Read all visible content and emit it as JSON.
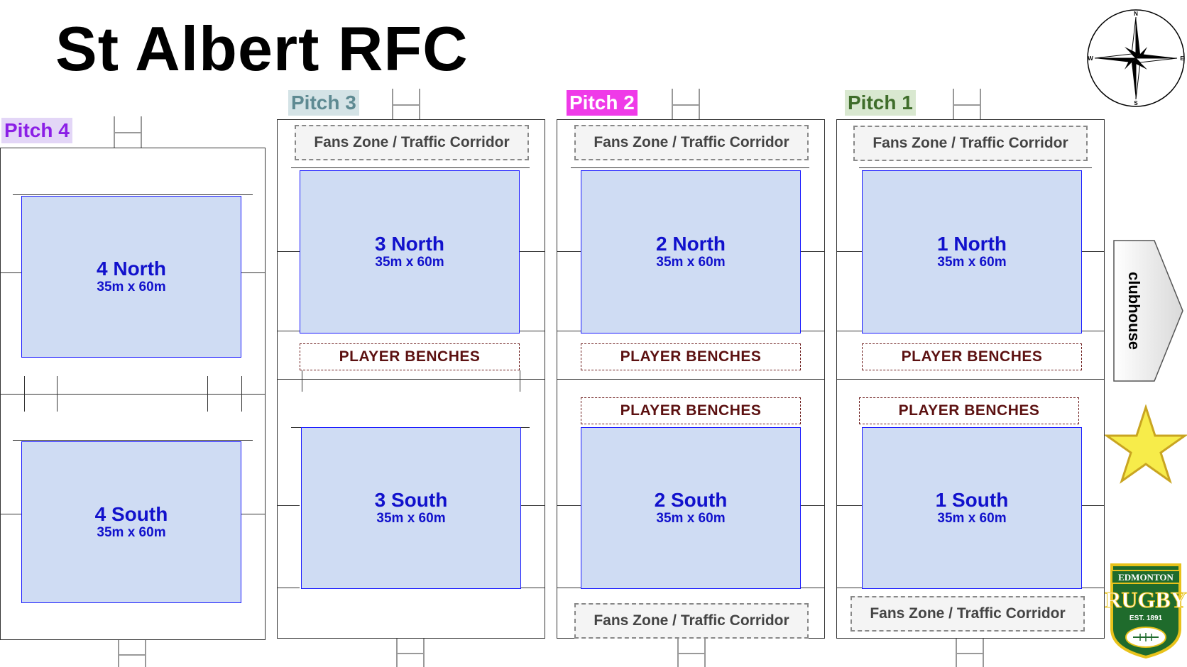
{
  "title": "St Albert RFC",
  "pitches": [
    {
      "label": "Pitch 4",
      "label_bg": "#e3d6f7",
      "label_color": "#8b1fe6",
      "north": {
        "name": "4 North",
        "size": "35m x 60m"
      },
      "south": {
        "name": "4 South",
        "size": "35m x 60m"
      }
    },
    {
      "label": "Pitch 3",
      "label_bg": "#d4e3e6",
      "label_color": "#5e8a92",
      "fans_zone": "Fans Zone / Traffic Corridor",
      "benches": "PLAYER BENCHES",
      "north": {
        "name": "3 North",
        "size": "35m x 60m"
      },
      "south": {
        "name": "3 South",
        "size": "35m x 60m"
      }
    },
    {
      "label": "Pitch 2",
      "label_bg": "#ef3ae8",
      "label_color": "#ffffff",
      "fans_zone_top": "Fans Zone / Traffic Corridor",
      "benches_north": "PLAYER BENCHES",
      "benches_south": "PLAYER BENCHES",
      "fans_zone_bottom": "Fans Zone / Traffic Corridor",
      "north": {
        "name": "2 North",
        "size": "35m x 60m"
      },
      "south": {
        "name": "2 South",
        "size": "35m x 60m"
      }
    },
    {
      "label": "Pitch 1",
      "label_bg": "#d9e8d0",
      "label_color": "#3f6d2a",
      "fans_zone_top": "Fans Zone / Traffic Corridor",
      "benches_north": "PLAYER BENCHES",
      "benches_south": "PLAYER BENCHES",
      "fans_zone_bottom": "Fans Zone / Traffic Corridor",
      "north": {
        "name": "1 North",
        "size": "35m x 60m"
      },
      "south": {
        "name": "1 South",
        "size": "35m x 60m"
      }
    }
  ],
  "compass": {
    "n": "N",
    "s": "S",
    "e": "E",
    "w": "W"
  },
  "clubhouse": "clubhouse",
  "logo": {
    "top": "EDMONTON",
    "main": "RUGBY",
    "est": "EST. 1891",
    "green": "#1f6b2c",
    "gold": "#e8c21a"
  },
  "star_color": "#f7ec4a"
}
